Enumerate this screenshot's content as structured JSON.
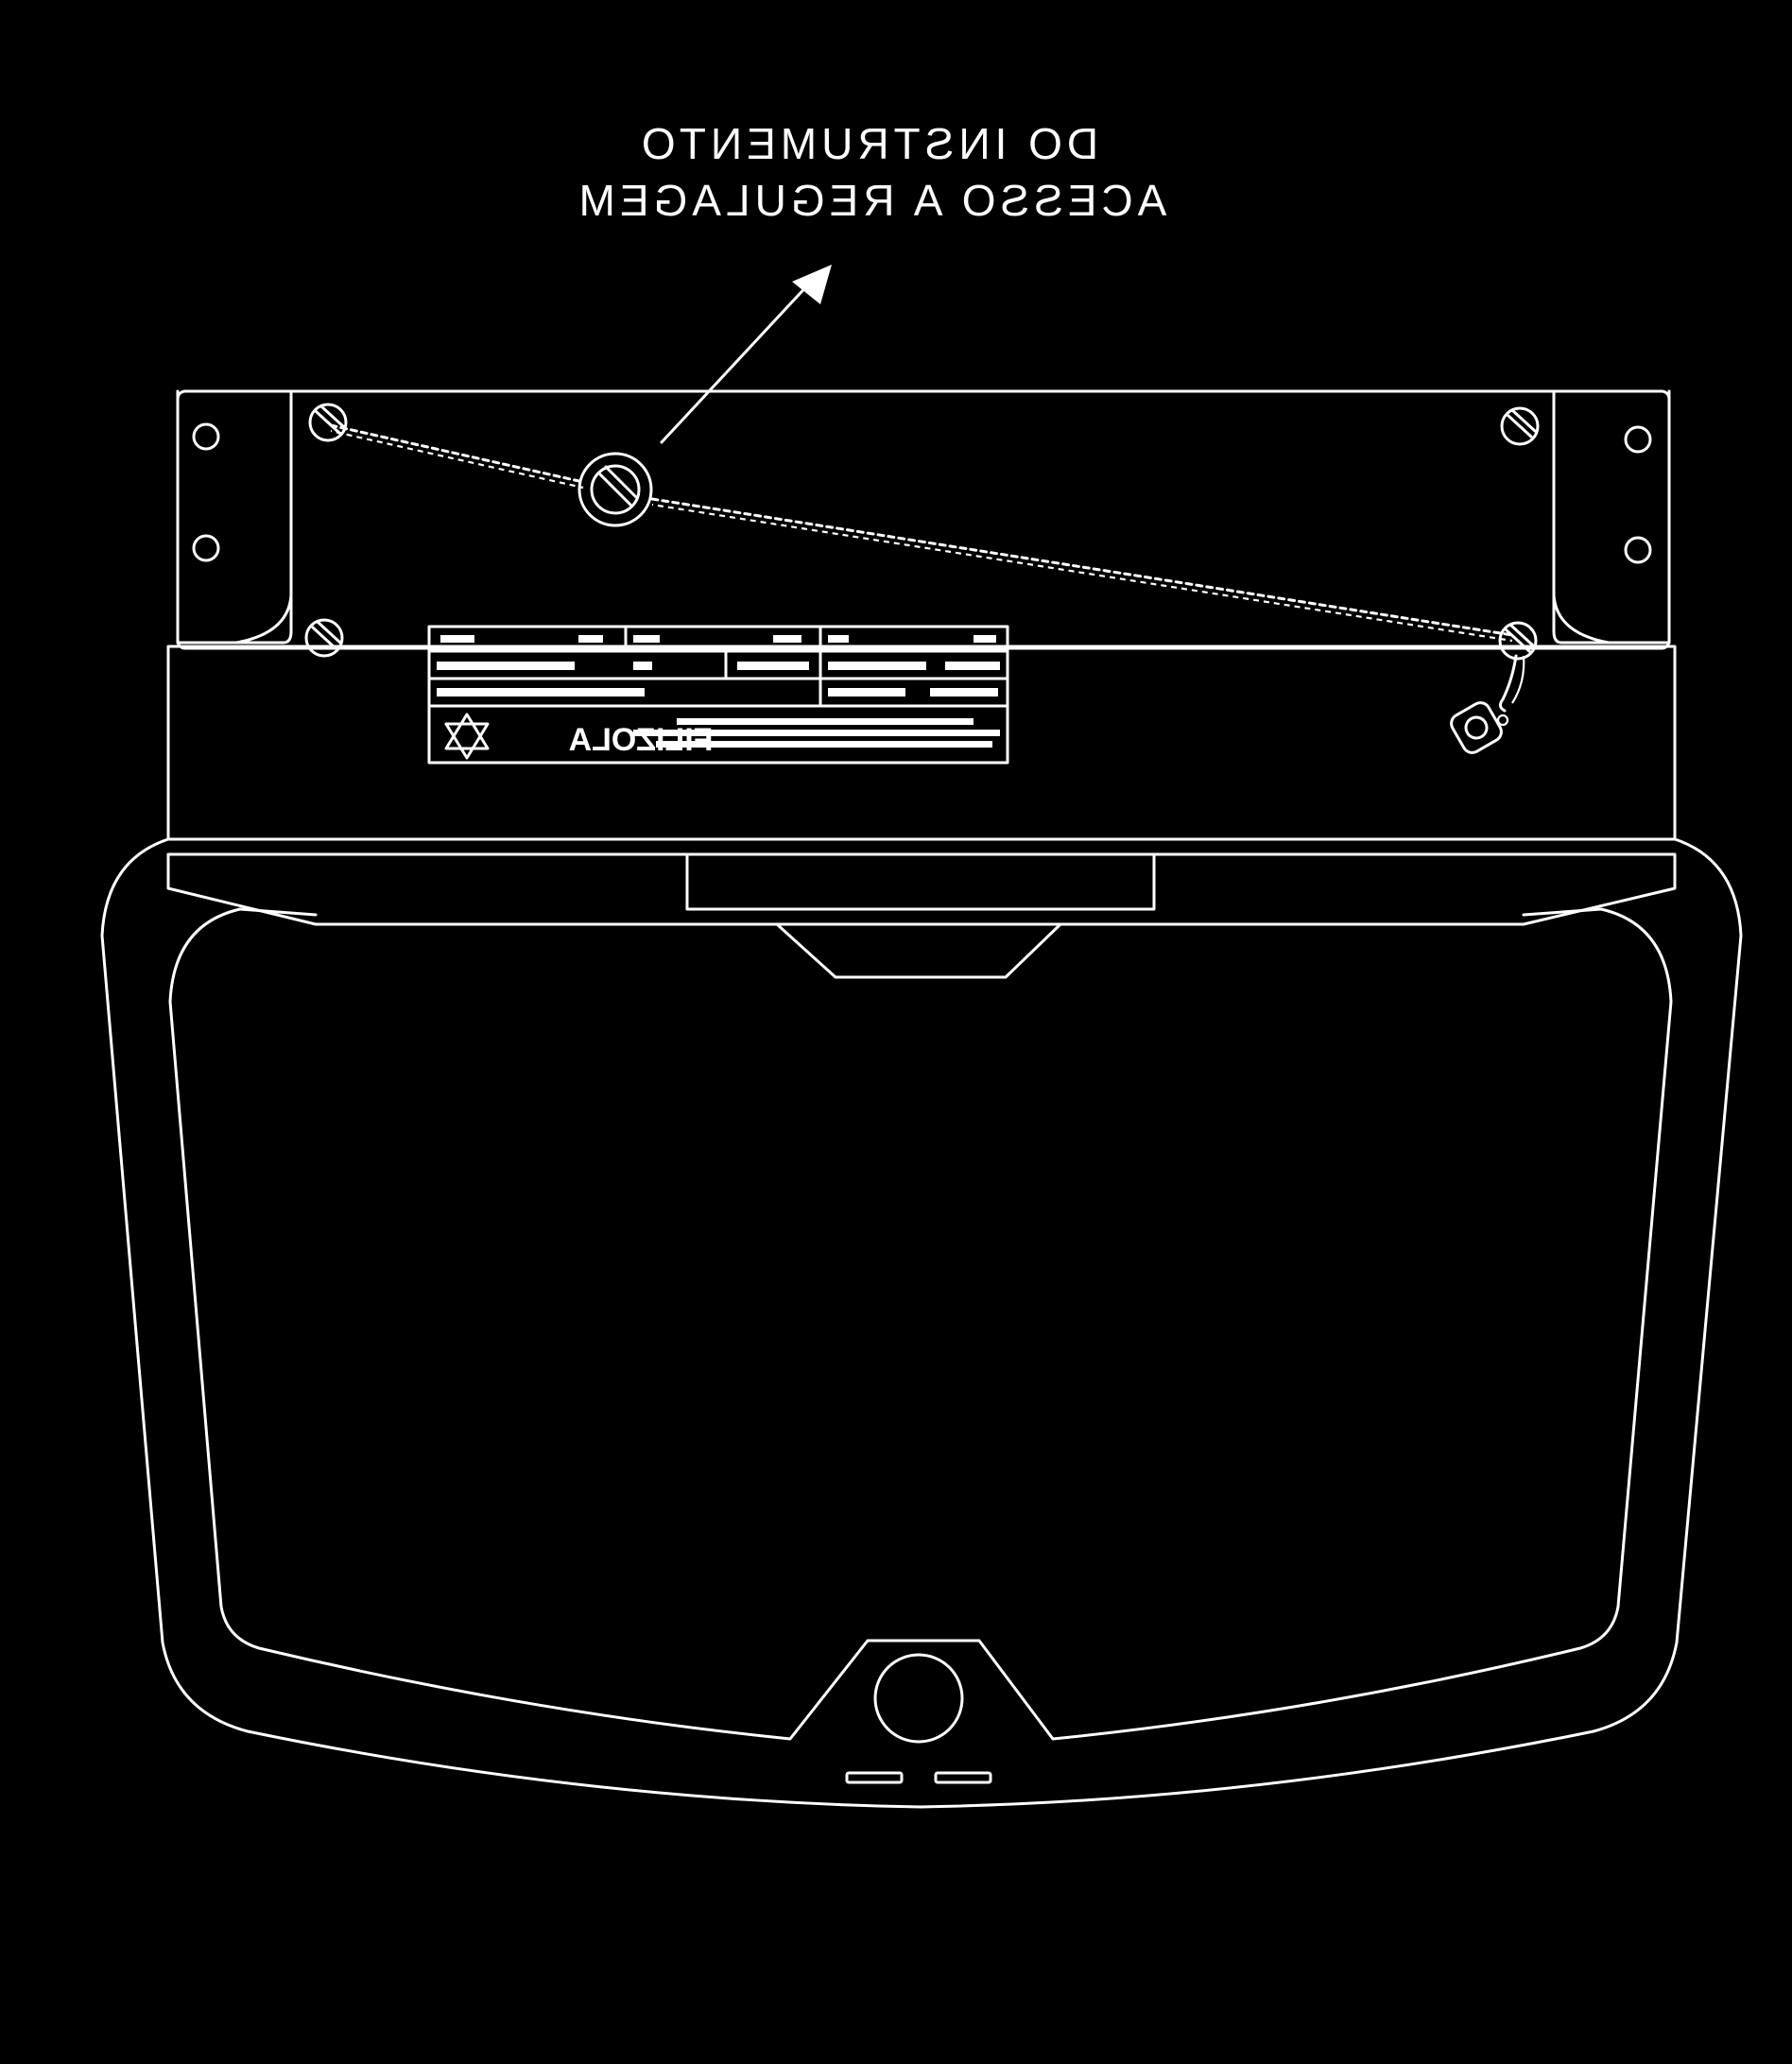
{
  "callout": {
    "line1": "DO INSTRUMENTO",
    "line2": "ACESSO A REGULAGEM"
  },
  "plate": {
    "brand": "FILIZOLA",
    "logo_icon": "star-of-david-icon"
  },
  "colors": {
    "background": "#000000",
    "line": "#ffffff"
  }
}
